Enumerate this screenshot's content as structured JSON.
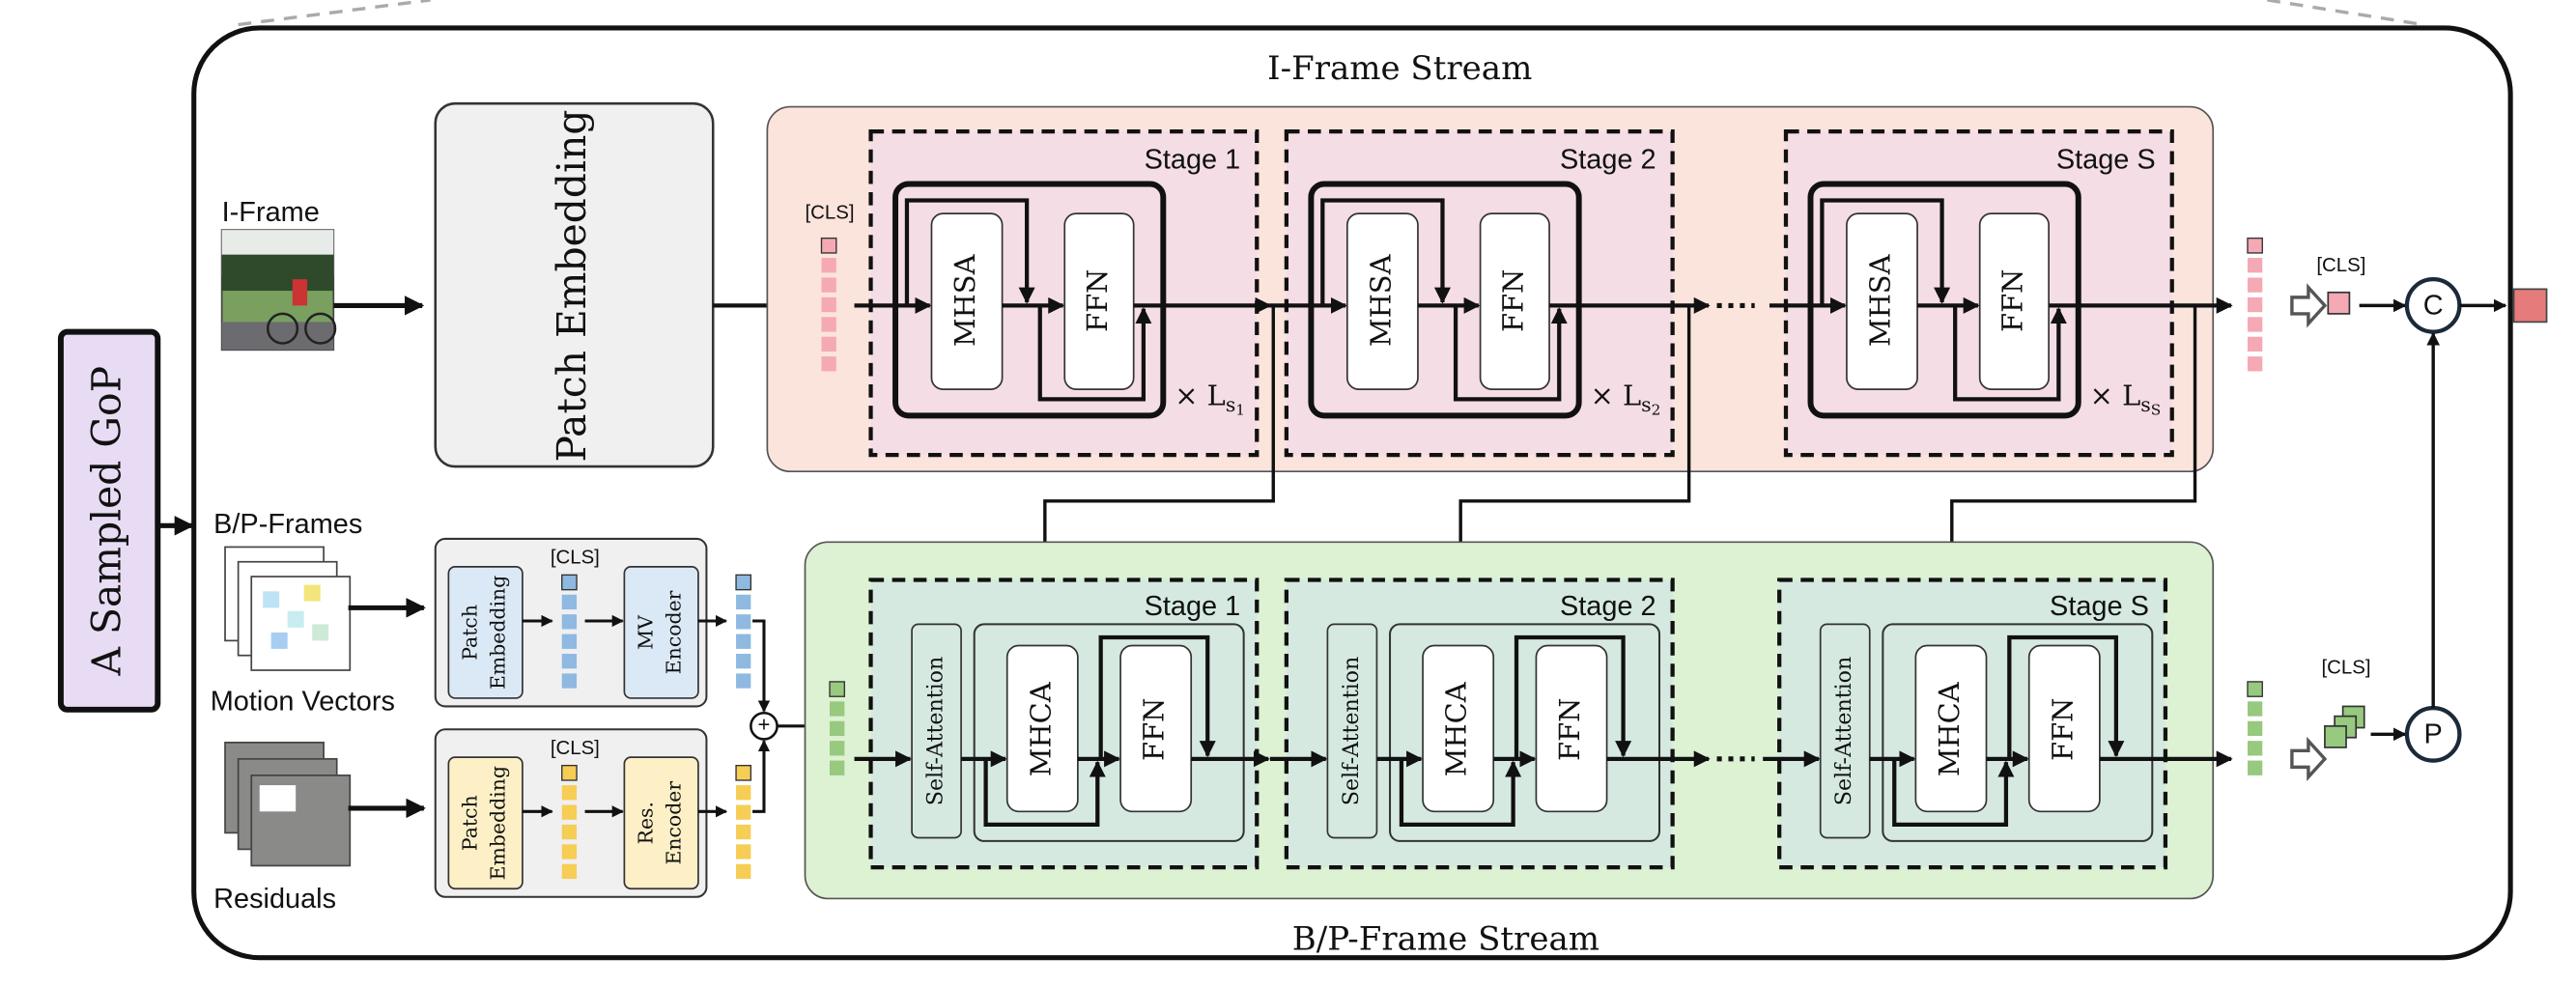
{
  "gop_label": "A Sampled GoP",
  "iframe": {
    "label": "I-Frame"
  },
  "bpframes": {
    "label": "B/P-Frames",
    "mv_label": "Motion Vectors",
    "res_label": "Residuals"
  },
  "patch_embedding": "Patch Embedding",
  "cls": "[CLS]",
  "i_stream": {
    "title": "I-Frame Stream",
    "mhsa": "MHSA",
    "ffn": "FFN",
    "stages": [
      {
        "label": "Stage 1",
        "repeat": "× L",
        "sub": "s",
        "subsub": "1"
      },
      {
        "label": "Stage 2",
        "repeat": "× L",
        "sub": "s",
        "subsub": "2"
      },
      {
        "label": "Stage S",
        "repeat": "× L",
        "sub": "s",
        "subsub": "S"
      }
    ]
  },
  "mv_module": {
    "patch": [
      "Patch",
      "Embedding"
    ],
    "encoder": [
      "MV",
      "Encoder"
    ]
  },
  "res_module": {
    "patch": [
      "Patch",
      "Embedding"
    ],
    "encoder": [
      "Res.",
      "Encoder"
    ]
  },
  "bp_stream": {
    "title": "B/P-Frame Stream",
    "self_attention": "Self-Attention",
    "mhca": "MHCA",
    "ffn": "FFN",
    "stages": [
      {
        "label": "Stage 1"
      },
      {
        "label": "Stage 2"
      },
      {
        "label": "Stage S"
      }
    ]
  },
  "fusion": {
    "concat": "C",
    "pool": "P",
    "plus": "+"
  },
  "colors": {
    "gop": "#e8dcf4",
    "i_stream_bg": "#fbe4dc",
    "i_stage_bg": "#f4dde4",
    "bp_stream_bg": "#ddf1d3",
    "bp_stage_bg": "#d5e9e1",
    "i_token": "#f5a9b5",
    "mv_token": "#8fb9e0",
    "res_token": "#f6cd55",
    "bp_token": "#97c97f",
    "output": "#e57b7b",
    "mv_block": "#dbe9f6",
    "res_block": "#fdf0c6"
  }
}
